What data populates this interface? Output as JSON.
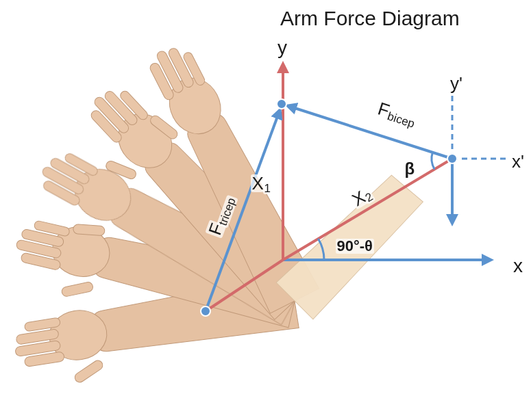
{
  "diagram": {
    "title": "Arm Force Diagram",
    "labels": [
      "y",
      "y'",
      "x'",
      "x",
      "F",
      "bicep",
      "β",
      "F",
      "tricep",
      "Χ",
      "1",
      "Χ",
      "2",
      "90°-θ"
    ]
  }
}
